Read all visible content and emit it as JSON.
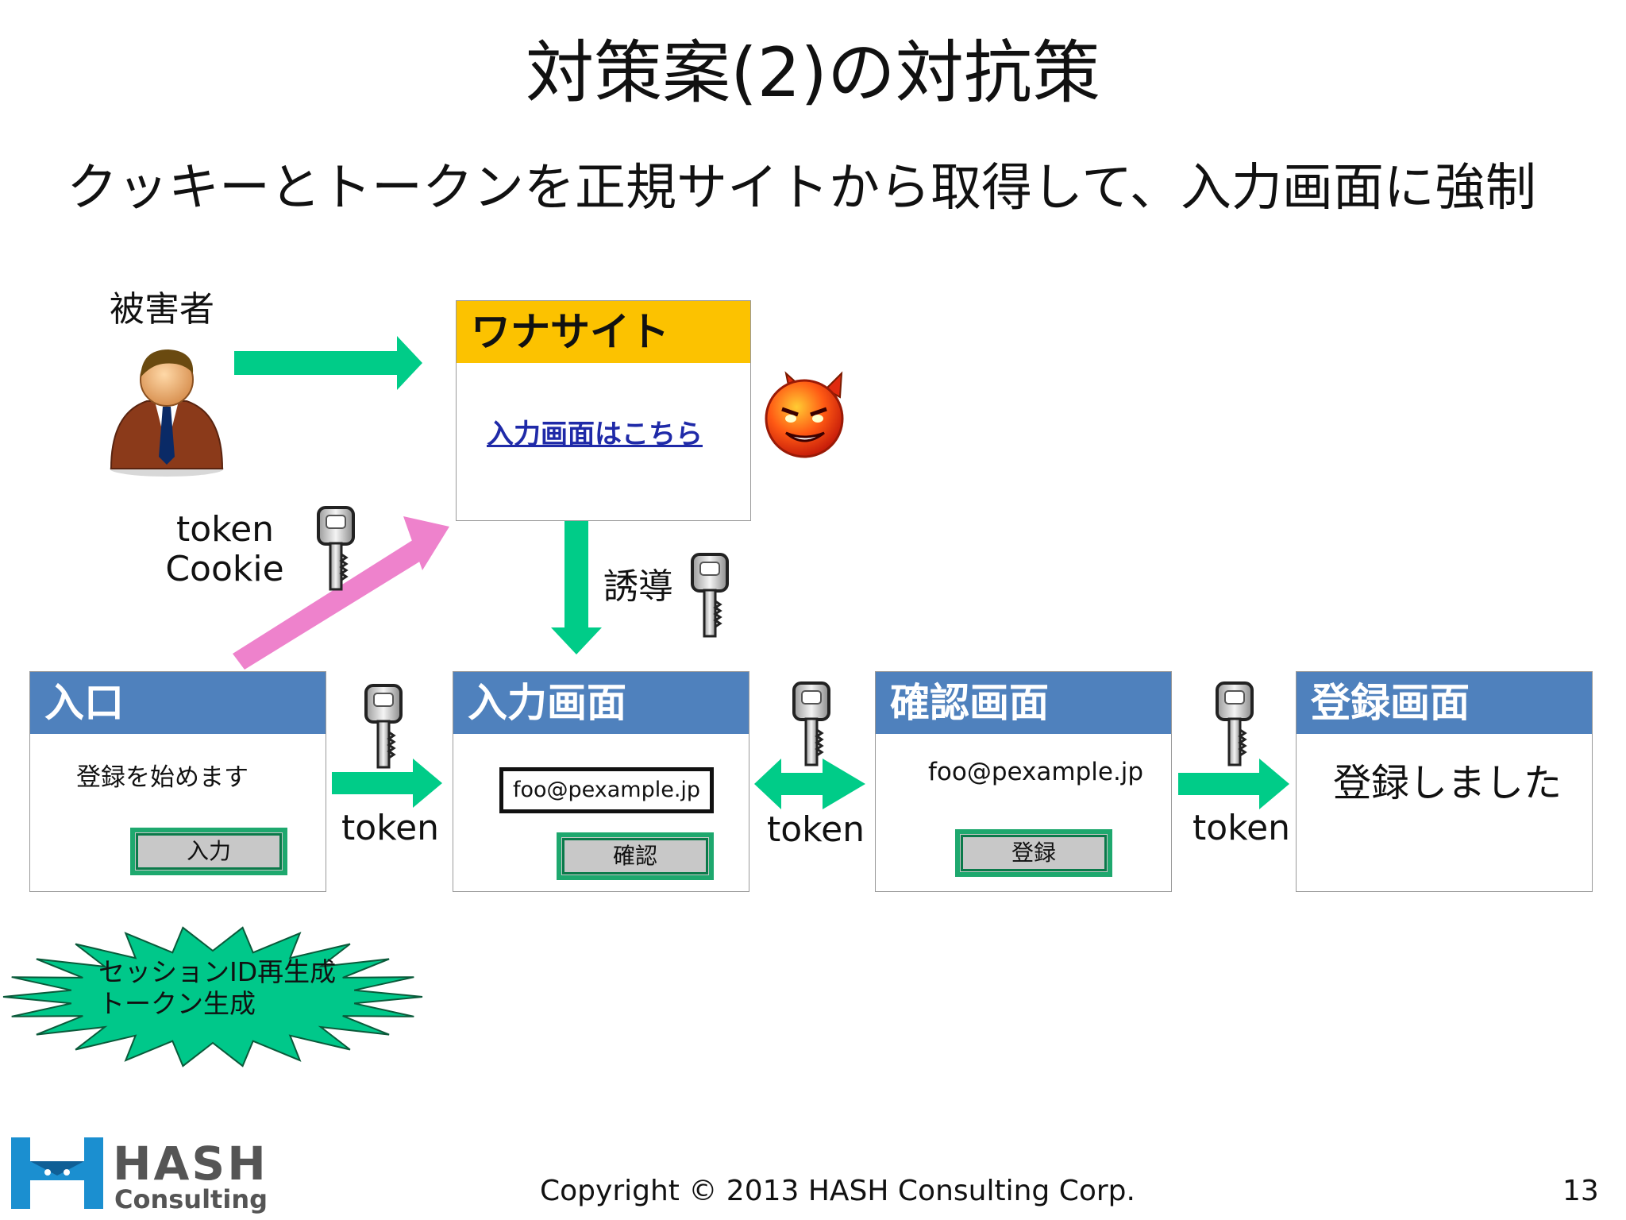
{
  "slide": {
    "title": "対策案(2)の対抗策",
    "subtitle": "クッキーとトークンを正規サイトから取得して、入力画面に強制"
  },
  "labels": {
    "victim": "被害者",
    "token_cookie_line1": "token",
    "token_cookie_line2": "Cookie",
    "induce": "誘導",
    "token_1": "token",
    "token_2": "token",
    "token_3": "token"
  },
  "trap_site": {
    "header": "ワナサイト",
    "link": "入力画面はこちら"
  },
  "screens": {
    "entrance": {
      "header": "入口",
      "text": "登録を始めます",
      "button": "入力"
    },
    "input": {
      "header": "入力画面",
      "field_value": "foo@pexample.jp",
      "button": "確認"
    },
    "confirm": {
      "header": "確認画面",
      "text": "foo@pexample.jp",
      "button": "登録"
    },
    "register": {
      "header": "登録画面",
      "text": "登録しました"
    }
  },
  "starburst": {
    "line1": "セッションID再生成",
    "line2": "トークン生成"
  },
  "footer": {
    "logo_text_1": "HASH",
    "logo_text_2": "Consulting",
    "copyright": "Copyright © 2013 HASH Consulting Corp.",
    "page_number": "13"
  },
  "colors": {
    "header_blue": "#4f81bd",
    "trap_header": "#fcc200",
    "arrow_green": "#00cc88",
    "arrow_pink": "#ee82cc",
    "button_border": "#1ea86e",
    "burst_fill": "#00c88a"
  },
  "icons": {
    "victim": "businessman-icon",
    "attacker": "devil-face-icon",
    "key": "key-icon"
  }
}
